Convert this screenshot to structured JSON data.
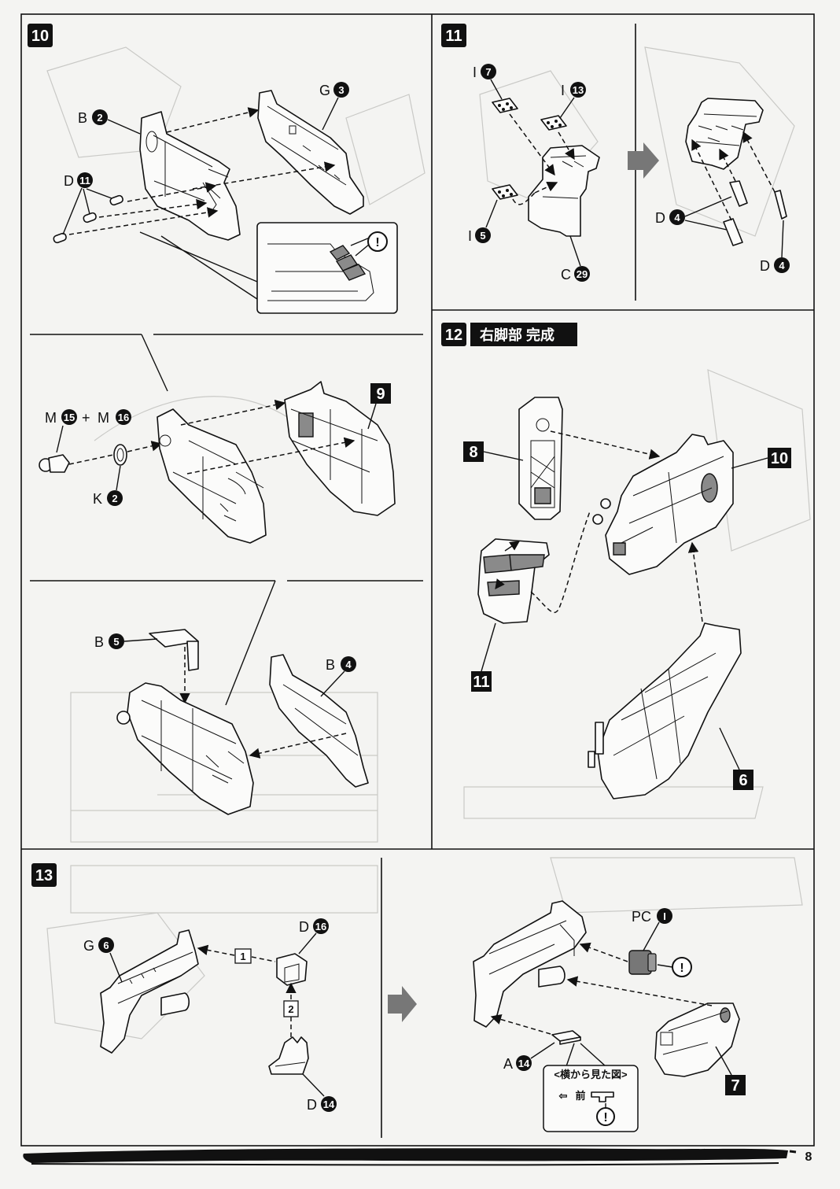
{
  "page_number": "8",
  "steps": {
    "s10": {
      "number": "10",
      "parts": {
        "b2": {
          "letter": "B",
          "num": "2"
        },
        "g3": {
          "letter": "G",
          "num": "3"
        },
        "d11": {
          "letter": "D",
          "num": "11"
        },
        "m15": {
          "letter": "M",
          "num": "15"
        },
        "plus": "+",
        "m16": {
          "letter": "M",
          "num": "16"
        },
        "k2": {
          "letter": "K",
          "num": "2"
        },
        "b5": {
          "letter": "B",
          "num": "5"
        },
        "b4": {
          "letter": "B",
          "num": "4"
        }
      },
      "subassembly": "9",
      "caution": "!"
    },
    "s11": {
      "number": "11",
      "parts": {
        "i7": {
          "letter": "I",
          "num": "7"
        },
        "i13": {
          "letter": "I",
          "num": "13"
        },
        "i5": {
          "letter": "I",
          "num": "5"
        },
        "c29": {
          "letter": "C",
          "num": "29"
        },
        "d4a": {
          "letter": "D",
          "num": "4"
        },
        "d4b": {
          "letter": "D",
          "num": "4"
        }
      }
    },
    "s12": {
      "number": "12",
      "title": "右脚部 完成",
      "subassemblies": {
        "a": "8",
        "b": "10",
        "c": "11",
        "d": "6"
      }
    },
    "s13": {
      "number": "13",
      "parts": {
        "g6": {
          "letter": "G",
          "num": "6"
        },
        "d16": {
          "letter": "D",
          "num": "16"
        },
        "d14": {
          "letter": "D",
          "num": "14"
        },
        "pc1": {
          "letter": "PC",
          "num": "I"
        },
        "a14": {
          "letter": "A",
          "num": "14"
        }
      },
      "order": {
        "first": "1",
        "second": "2"
      },
      "side_view": {
        "title": "<横から見た図>",
        "front": "前",
        "front_arrow": "⇦"
      },
      "caution": "!",
      "subassembly": "7"
    }
  }
}
